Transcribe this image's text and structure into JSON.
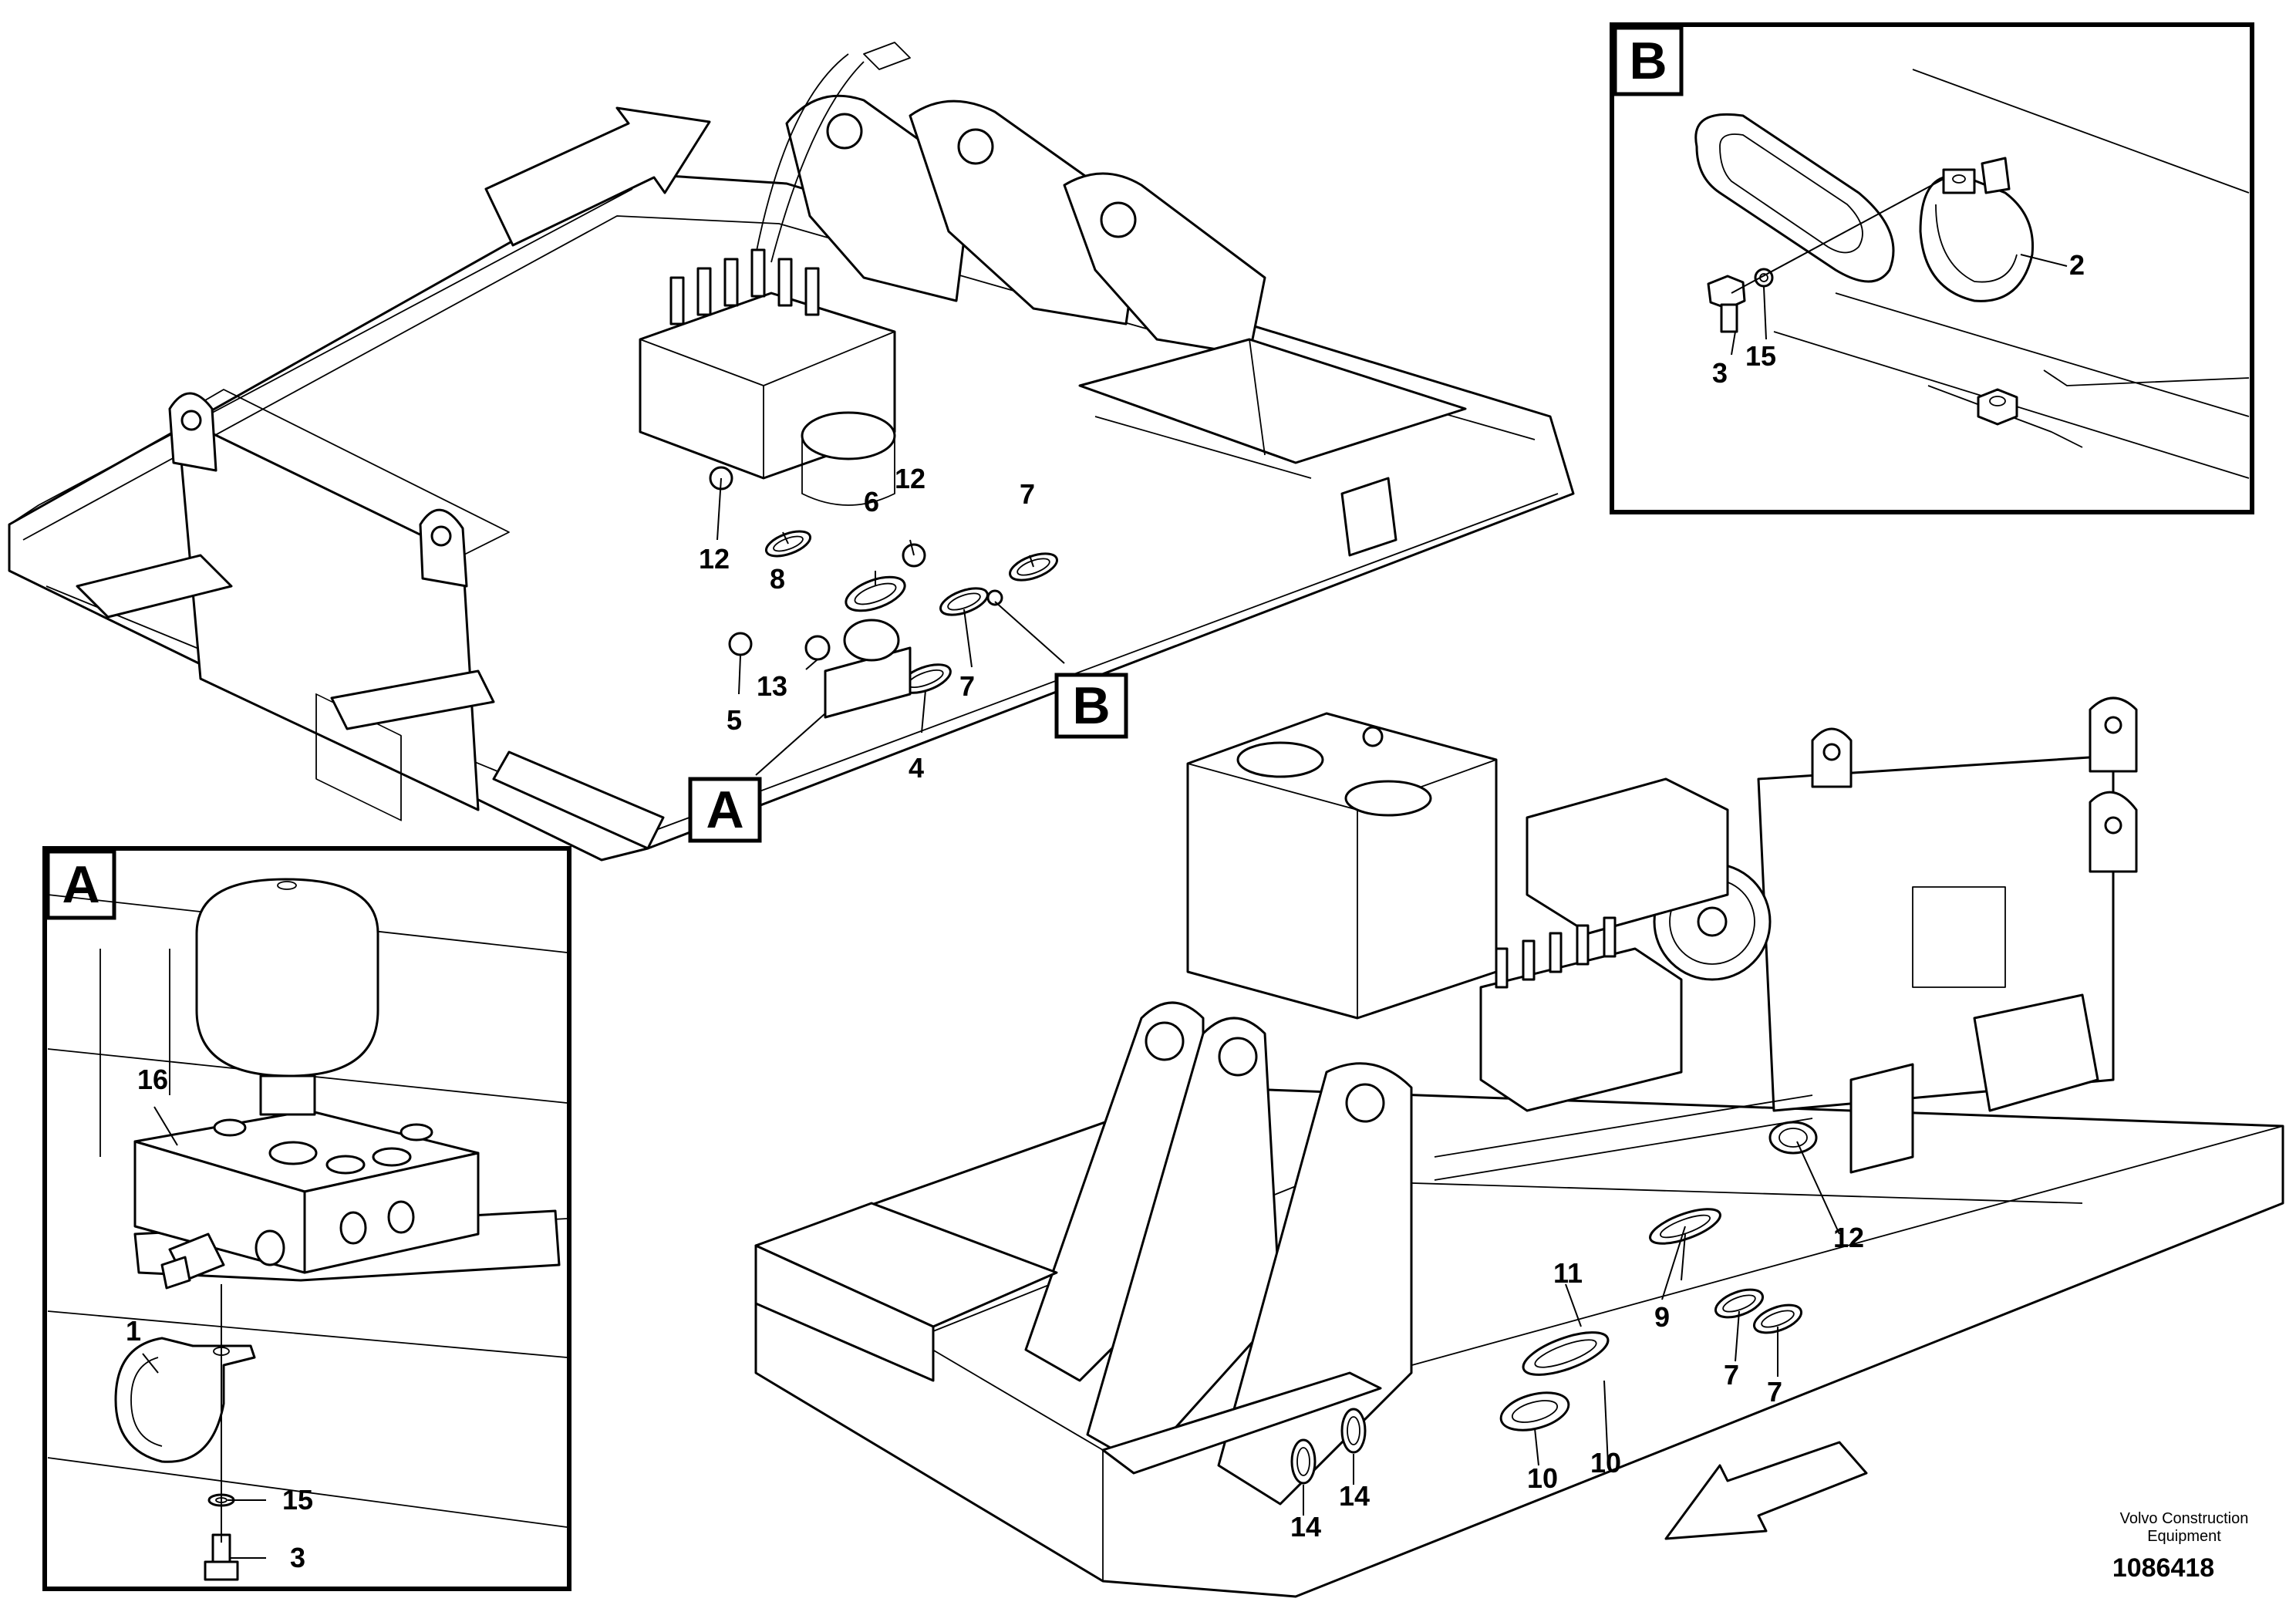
{
  "detail_labels": {
    "a": "A",
    "b": "B"
  },
  "callouts": {
    "c1": "1",
    "c2": "2",
    "c3_a": "3",
    "c3_b": "3",
    "c4": "4",
    "c5": "5",
    "c6": "6",
    "c7_a": "7",
    "c7_b": "7",
    "c7_c": "7",
    "c7_d": "7",
    "c8": "8",
    "c9": "9",
    "c10_a": "10",
    "c10_b": "10",
    "c11": "11",
    "c12_a": "12",
    "c12_b": "12",
    "c12_c": "12",
    "c13": "13",
    "c14_a": "14",
    "c14_b": "14",
    "c15_a": "15",
    "c15_b": "15",
    "c16": "16"
  },
  "footer": {
    "company_line1": "Volvo Construction",
    "company_line2": "Equipment",
    "drawing_number": "1086418"
  }
}
